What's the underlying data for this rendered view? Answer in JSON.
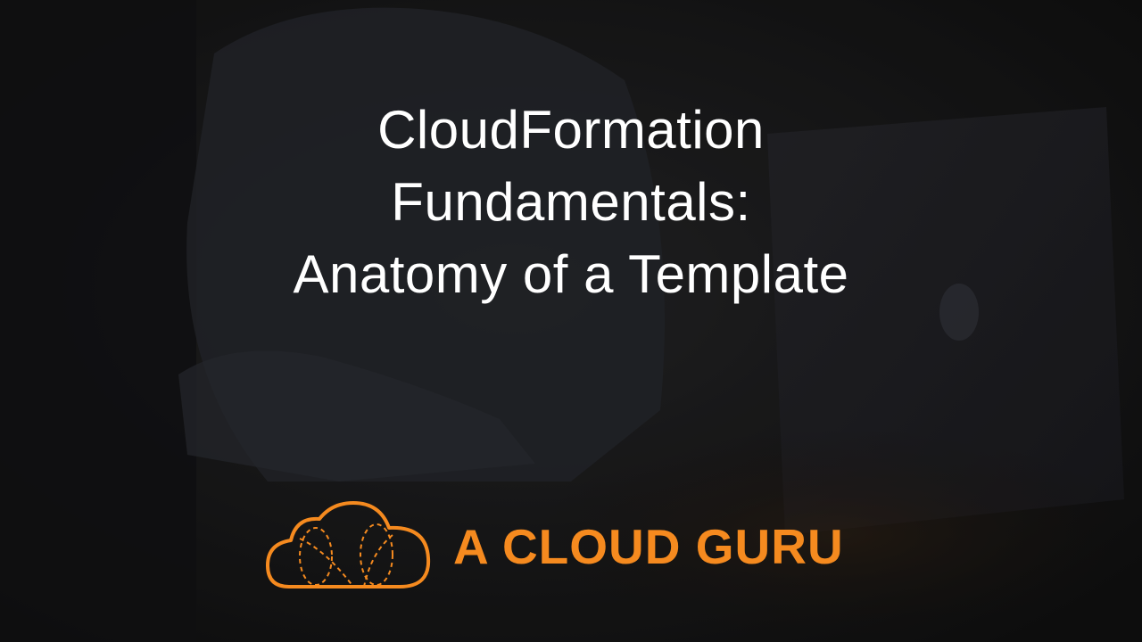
{
  "slide": {
    "title_lines": [
      "CloudFormation",
      "Fundamentals:",
      "Anatomy of a Template"
    ]
  },
  "logo": {
    "text": "A CLOUD GURU",
    "icon": "cloud-icon",
    "color": "#f58a1f"
  },
  "colors": {
    "background": "#151515",
    "title_text": "#ffffff",
    "brand_orange": "#f58a1f"
  }
}
